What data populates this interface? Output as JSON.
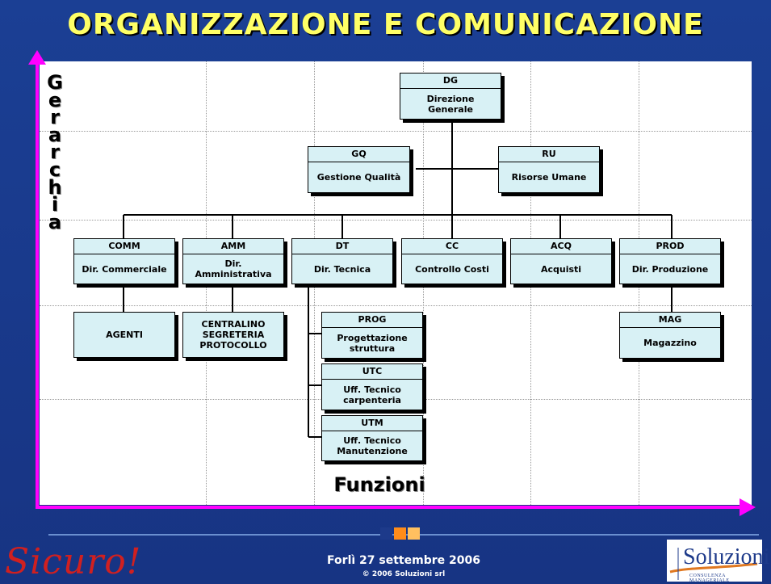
{
  "title": "ORGANIZZAZIONE E COMUNICAZIONE",
  "axes": {
    "vertical_label": "Gerarchia",
    "horizontal_label": "Funzioni",
    "arrow_color": "#ff00ff"
  },
  "colors": {
    "background": "#1b3f94",
    "title": "#ffff66",
    "box_fill": "#d8f1f5",
    "square_1": "#1d3a8a",
    "square_2": "#ff8c1a",
    "square_3": "#ffc060"
  },
  "org": {
    "dg": {
      "code": "DG",
      "name": "Direzione Generale"
    },
    "gq": {
      "code": "GQ",
      "name": "Gestione Qualità"
    },
    "ru": {
      "code": "RU",
      "name": "Risorse Umane"
    },
    "comm": {
      "code": "COMM",
      "name": "Dir. Commerciale"
    },
    "amm": {
      "code": "AMM",
      "name": "Dir. Amministrativa"
    },
    "dt": {
      "code": "DT",
      "name": "Dir. Tecnica"
    },
    "cc": {
      "code": "CC",
      "name": "Controllo Costi"
    },
    "acq": {
      "code": "ACQ",
      "name": "Acquisti"
    },
    "prod": {
      "code": "PROD",
      "name": "Dir. Produzione"
    },
    "agenti": {
      "name": "AGENTI"
    },
    "centralino": {
      "line1": "CENTRALINO",
      "line2": "SEGRETERIA",
      "line3": "PROTOCOLLO"
    },
    "prog": {
      "code": "PROG",
      "line1": "Progettazione",
      "line2": "struttura"
    },
    "utc": {
      "code": "UTC",
      "line1": "Uff. Tecnico",
      "line2": "carpenteria"
    },
    "utm": {
      "code": "UTM",
      "line1": "Uff. Tecnico",
      "line2": "Manutenzione"
    },
    "mag": {
      "code": "MAG",
      "name": "Magazzino"
    }
  },
  "footer": {
    "logo_left": "Sicuro!",
    "date": "Forlì 27 settembre 2006",
    "copyright": "© 2006 Soluzioni srl",
    "logo_right": "Soluzioni",
    "logo_right_sub": "CONSULENZA MANAGERIALE"
  }
}
